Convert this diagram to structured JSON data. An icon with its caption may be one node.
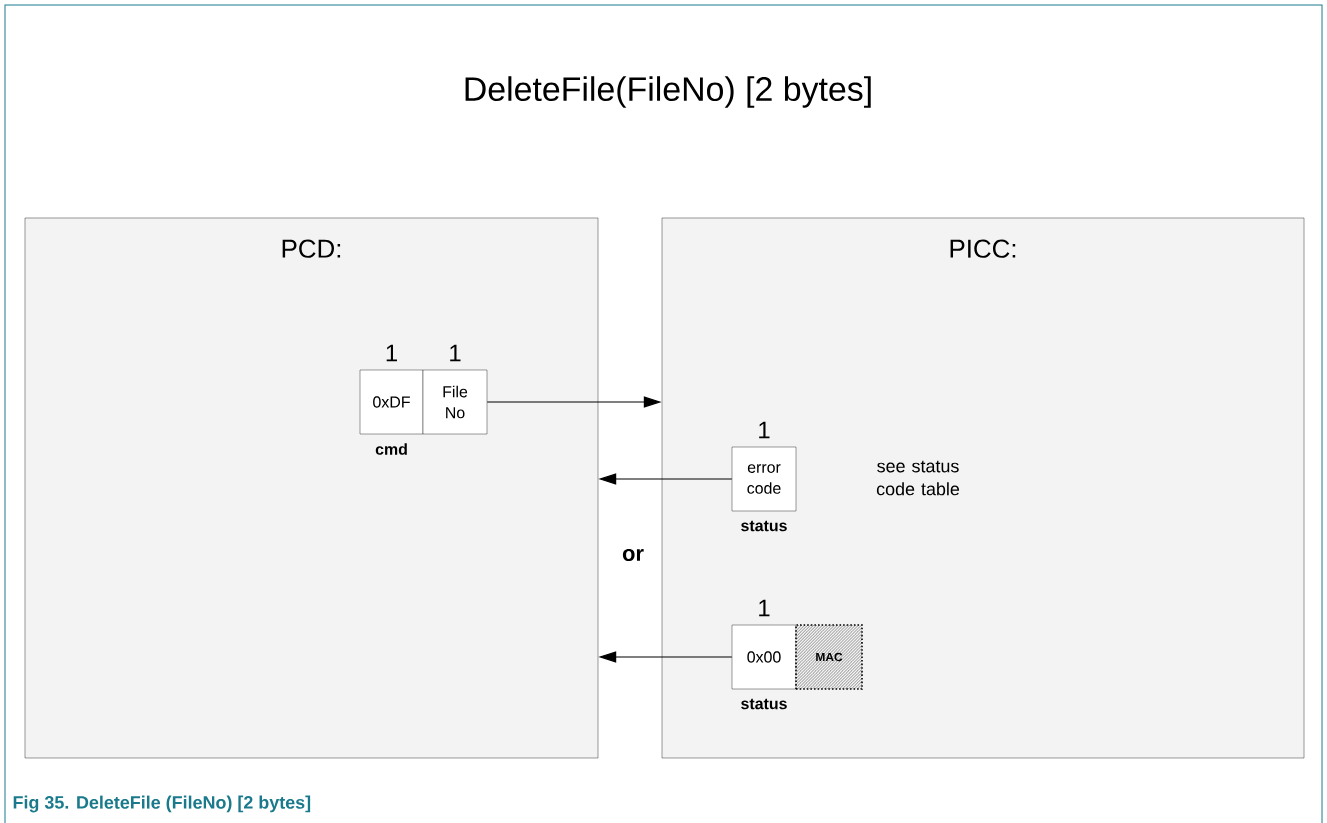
{
  "diagram": {
    "title": "DeleteFile(FileNo) [2 bytes]",
    "caption": "Fig 35. DeleteFile (FileNo) [2 bytes]",
    "nodes": [
      {
        "text": [
          "PCD:"
        ]
      },
      {
        "text": [
          "PICC:"
        ]
      },
      {
        "text": [
          "0xDF"
        ],
        "in": 0,
        "beside": [
          "1",
          "cmd"
        ]
      },
      {
        "text": [
          "File No"
        ],
        "in": 0,
        "beside": [
          "1"
        ]
      },
      {
        "text": [
          "error code"
        ],
        "in": 1,
        "beside": [
          "1",
          "status"
        ]
      },
      {
        "text": [
          "0x00"
        ],
        "in": 1,
        "beside": [
          "1",
          "status"
        ]
      },
      {
        "text": [
          "MAC"
        ],
        "in": 1
      }
    ],
    "edges": [
      {
        "from": 3,
        "to": 1,
        "arrow": "to"
      },
      {
        "from": 4,
        "to": 0,
        "arrow": "to"
      },
      {
        "from": 5,
        "to": 0,
        "arrow": "to"
      }
    ],
    "labels": [
      "or",
      "see status code table"
    ]
  }
}
